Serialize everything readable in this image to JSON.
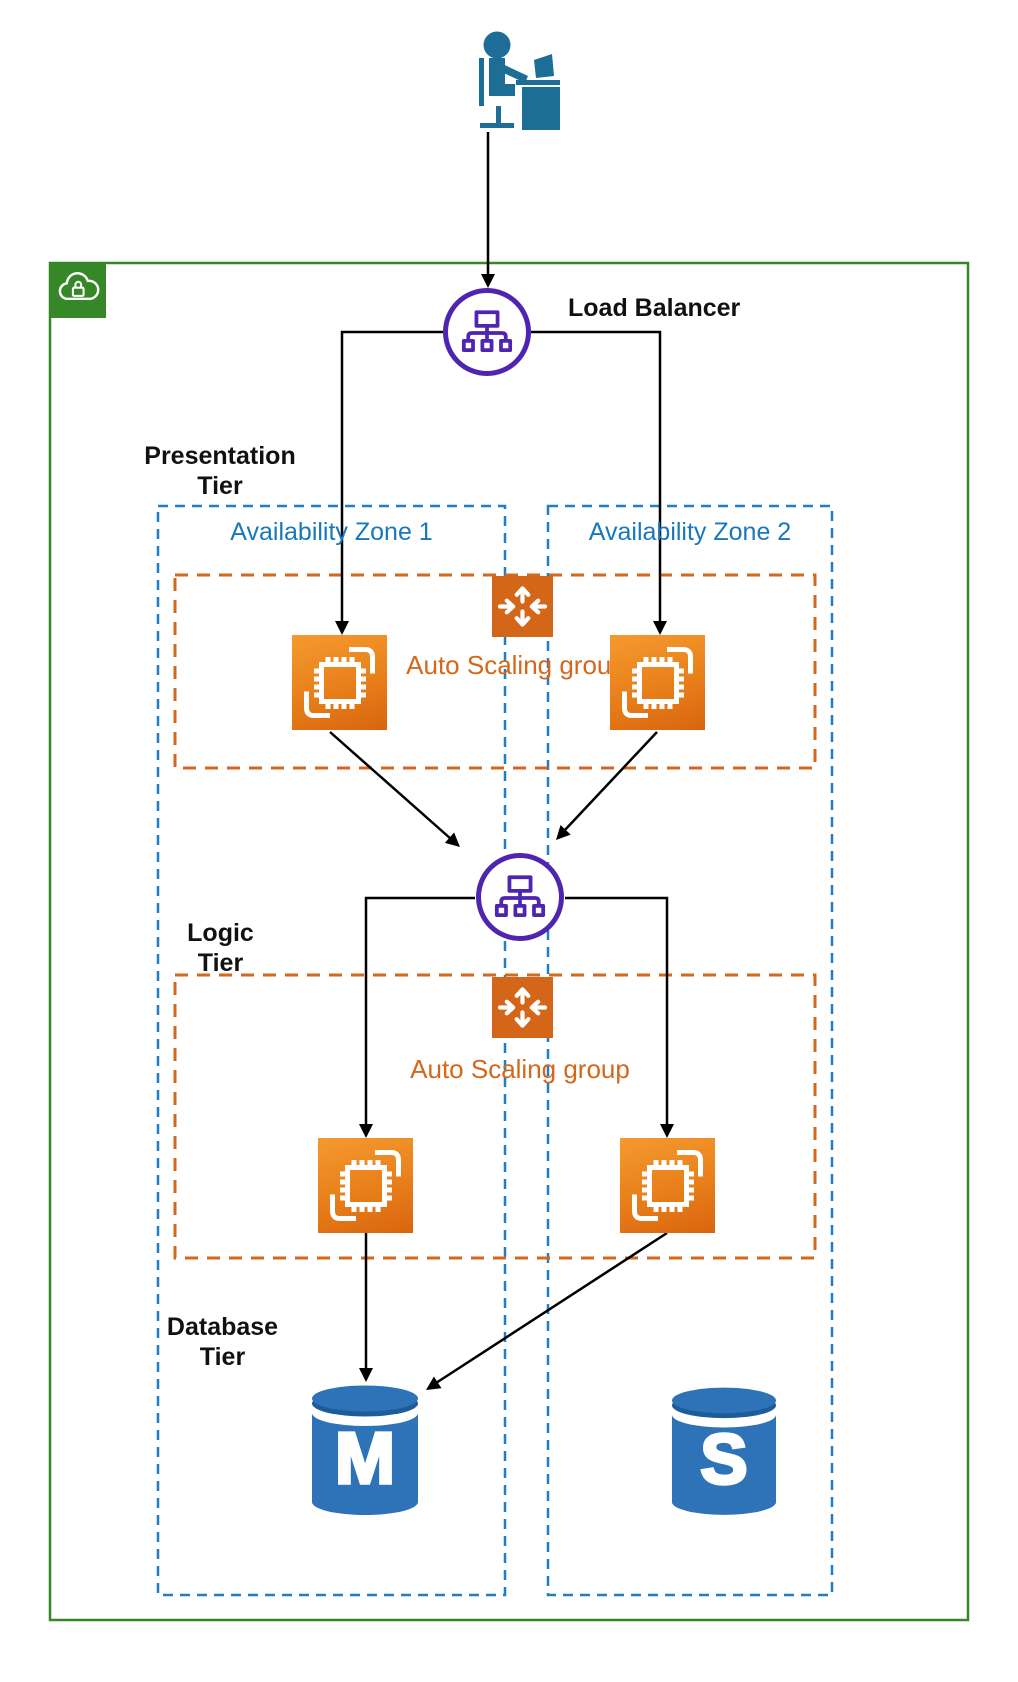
{
  "labels": {
    "load_balancer": "Load Balancer",
    "presentation_tier": "Presentation Tier",
    "logic_tier": "Logic Tier",
    "database_tier": "Database Tier",
    "auto_scaling_group": "Auto Scaling group"
  },
  "zones": [
    {
      "label": "Availability Zone 1"
    },
    {
      "label": "Availability Zone 2"
    }
  ],
  "databases": [
    {
      "letter": "M"
    },
    {
      "letter": "S"
    }
  ],
  "icons": {
    "user": "person-at-desk-icon",
    "vpc_badge": "cloud-lock-icon",
    "load_balancer": "elastic-load-balancer-icon",
    "auto_scaling": "auto-scaling-group-icon",
    "ec2": "ec2-instance-icon",
    "database": "database-cylinder-icon"
  },
  "colors": {
    "vpc_green": "#368727",
    "lb_purple": "#4e24b0",
    "az_blue_border": "#1f7fc2",
    "az_blue_text": "#1878ba",
    "asg_orange": "#d4671b",
    "ec2_orange_top": "#f49a2f",
    "ec2_orange_bottom": "#d9650f",
    "db_blue": "#2e72b8",
    "user_icon_blue": "#1d6e96",
    "connector_black": "#000000"
  }
}
